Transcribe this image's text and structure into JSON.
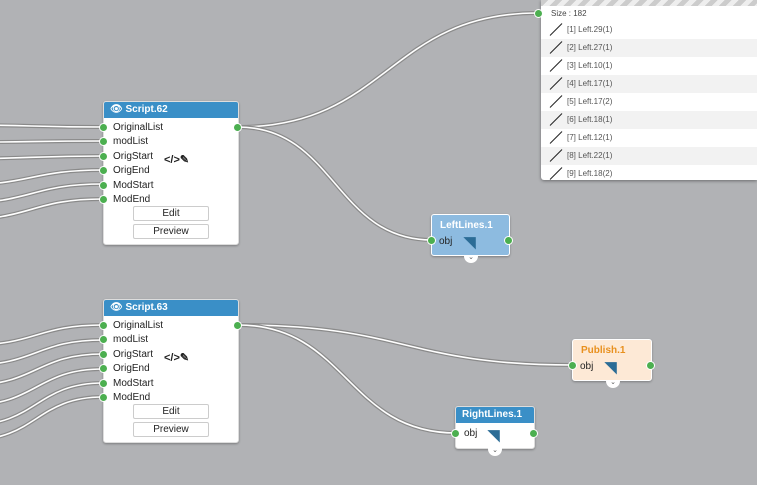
{
  "scripts": [
    {
      "title": "Script.62",
      "inputs": [
        "OriginalList",
        "modList",
        "OrigStart",
        "OrigEnd",
        "ModStart",
        "ModEnd"
      ],
      "edit": "Edit",
      "preview": "Preview"
    },
    {
      "title": "Script.63",
      "inputs": [
        "OriginalList",
        "modList",
        "OrigStart",
        "OrigEnd",
        "ModStart",
        "ModEnd"
      ],
      "edit": "Edit",
      "preview": "Preview"
    }
  ],
  "leftlines": {
    "title": "LeftLines.1",
    "port": "obj"
  },
  "publish": {
    "title": "Publish.1",
    "port": "obj"
  },
  "rightlines": {
    "title": "RightLines.1",
    "port": "obj"
  },
  "panel": {
    "size": "Size : 182",
    "items": [
      "[1] Left.29(1)",
      "[2] Left.27(1)",
      "[3] Left.10(1)",
      "[4] Left.17(1)",
      "[5] Left.17(2)",
      "[6] Left.18(1)",
      "[7] Left.12(1)",
      "[8] Left.22(1)",
      "[9] Left.18(2)"
    ]
  },
  "colors": {
    "header": "#3a8fc7",
    "port": "#4caf50",
    "publish_bg": "#fde9d6",
    "publish_title": "#e8901e",
    "leftlines_bg": "#8dbbe0"
  }
}
